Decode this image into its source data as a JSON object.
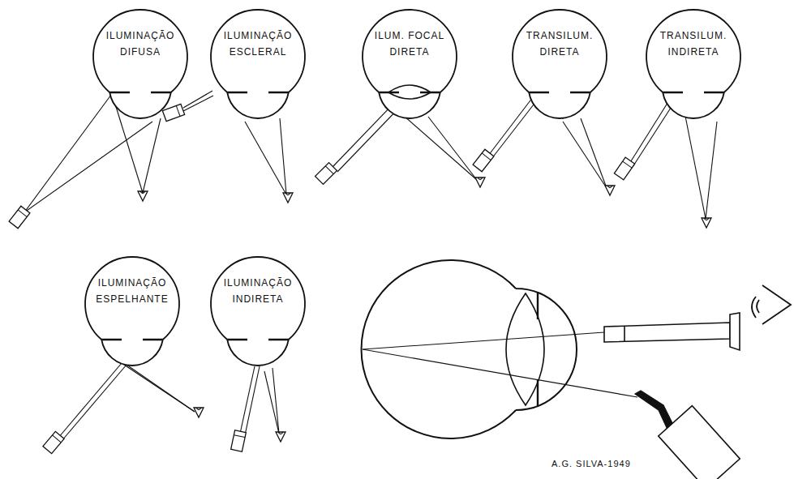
{
  "diagram": {
    "nodes": [
      {
        "text": [
          "ILUMINAÇÃO DIFUSA"
        ]
      },
      {
        "text": [
          "ILUMINAÇÃO ESCLERAL"
        ]
      },
      {
        "text": [
          "ILUM. FOCAL DIRETA"
        ]
      },
      {
        "text": [
          "TRANSILUM. DIRETA"
        ]
      },
      {
        "text": [
          "TRANSILUM. INDIRETA"
        ]
      },
      {
        "text": [
          "ILUMINAÇÃO ESPELHANTE"
        ]
      },
      {
        "text": [
          "ILUMINAÇÃO INDIRETA"
        ]
      }
    ],
    "labels": [
      "A.G. SILVA-1949"
    ]
  }
}
